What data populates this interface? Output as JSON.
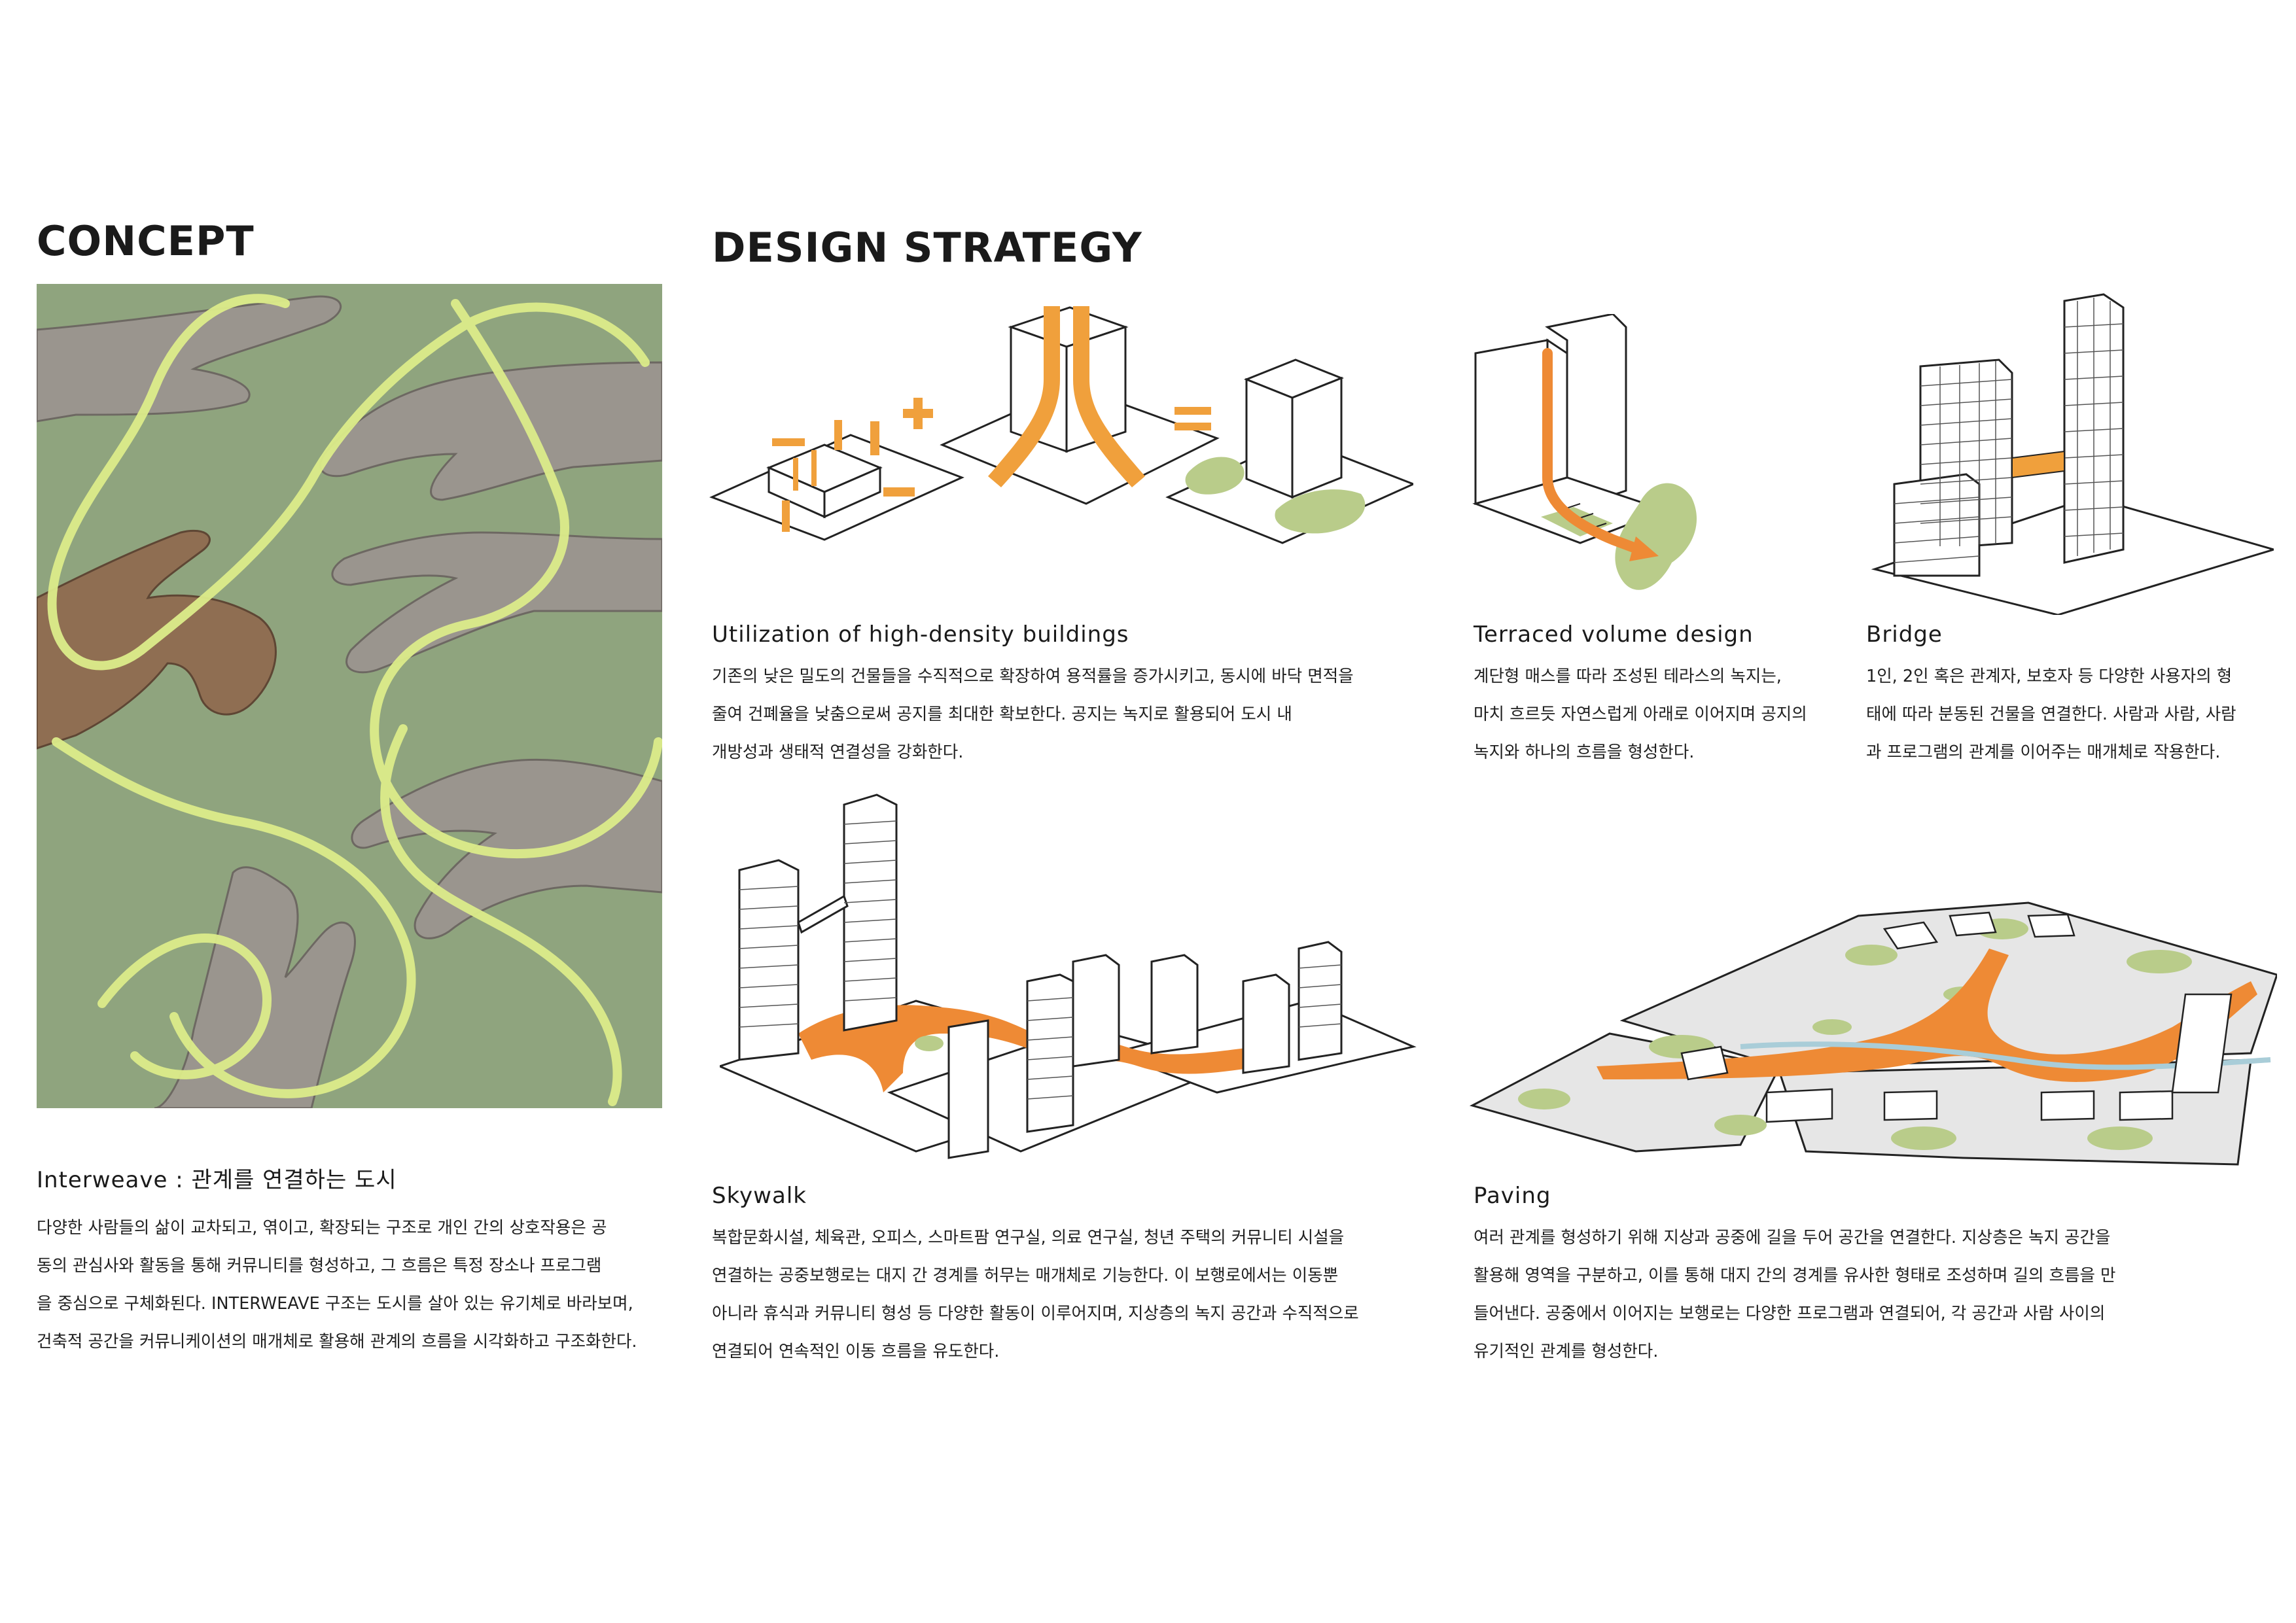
{
  "concept": {
    "heading": "CONCEPT",
    "subtitle": "Interweave : 관계를 연결하는 도시",
    "body": [
      "다양한 사람들의 삶이 교차되고, 엮이고, 확장되는 구조로 개인 간의 상호작용은 공",
      "동의 관심사와 활동을 통해 커뮤니티를 형성하고, 그 흐름은 특정 장소나 프로그램",
      "을 중심으로 구체화된다. INTERWEAVE 구조는 도시를 살아 있는 유기체로 바라보며,",
      "건축적 공간을 커뮤니케이션의 매개체로 활용해 관계의 흐름을 시각화하고 구조화한다."
    ]
  },
  "strategy": {
    "heading": "DESIGN STRATEGY",
    "items": [
      {
        "title": "Utilization of high-density buildings",
        "body": [
          "기존의 낮은 밀도의 건물들을 수직적으로 확장하여 용적률을 증가시키고, 동시에 바닥 면적을",
          "줄여 건폐율을 낮춤으로써 공지를 최대한 확보한다. 공지는 녹지로 활용되어 도시 내",
          "개방성과 생태적 연결성을 강화한다."
        ]
      },
      {
        "title": "Terraced volume design",
        "body": [
          "계단형 매스를 따라 조성된 테라스의 녹지는,",
          "마치 흐르듯 자연스럽게 아래로 이어지며 공지의",
          "녹지와 하나의 흐름을 형성한다."
        ]
      },
      {
        "title": "Bridge",
        "body": [
          "1인, 2인 혹은 관계자, 보호자 등 다양한 사용자의 형",
          "태에 따라 분동된 건물을 연결한다. 사람과 사람, 사람",
          "과 프로그램의 관계를 이어주는 매개체로 작용한다."
        ]
      },
      {
        "title": "Skywalk",
        "body": [
          "복합문화시설, 체육관, 오피스, 스마트팜 연구실, 의료 연구실, 청년 주택의 커뮤니티 시설을",
          "연결하는 공중보행로는 대지 간 경계를 허무는 매개체로 기능한다. 이 보행로에서는 이동뿐",
          "아니라 휴식과 커뮤니티 형성 등 다양한 활동이 이루어지며, 지상층의 녹지 공간과 수직적으로",
          "연결되어 연속적인 이동 흐름을 유도한다."
        ]
      },
      {
        "title": "Paving",
        "body": [
          "여러 관계를 형성하기 위해 지상과 공중에 길을 두어 공간을 연결한다. 지상층은 녹지 공간을",
          "활용해 영역을 구분하고, 이를 통해 대지 간의 경계를 유사한 형태로 조성하며 길의 흐름을 만",
          "들어낸다. 공중에서 이어지는 보행로는 다양한 프로그램과 연결되어, 각 공간과 사람 사이의",
          "유기적인 관계를 형성한다."
        ]
      }
    ]
  },
  "colors": {
    "accent": "#f0a03c",
    "orange_path": "#ee8a35",
    "green": "#b9cc8a",
    "concept_bg": "#8fa47e",
    "thread": "#dcec8a"
  }
}
